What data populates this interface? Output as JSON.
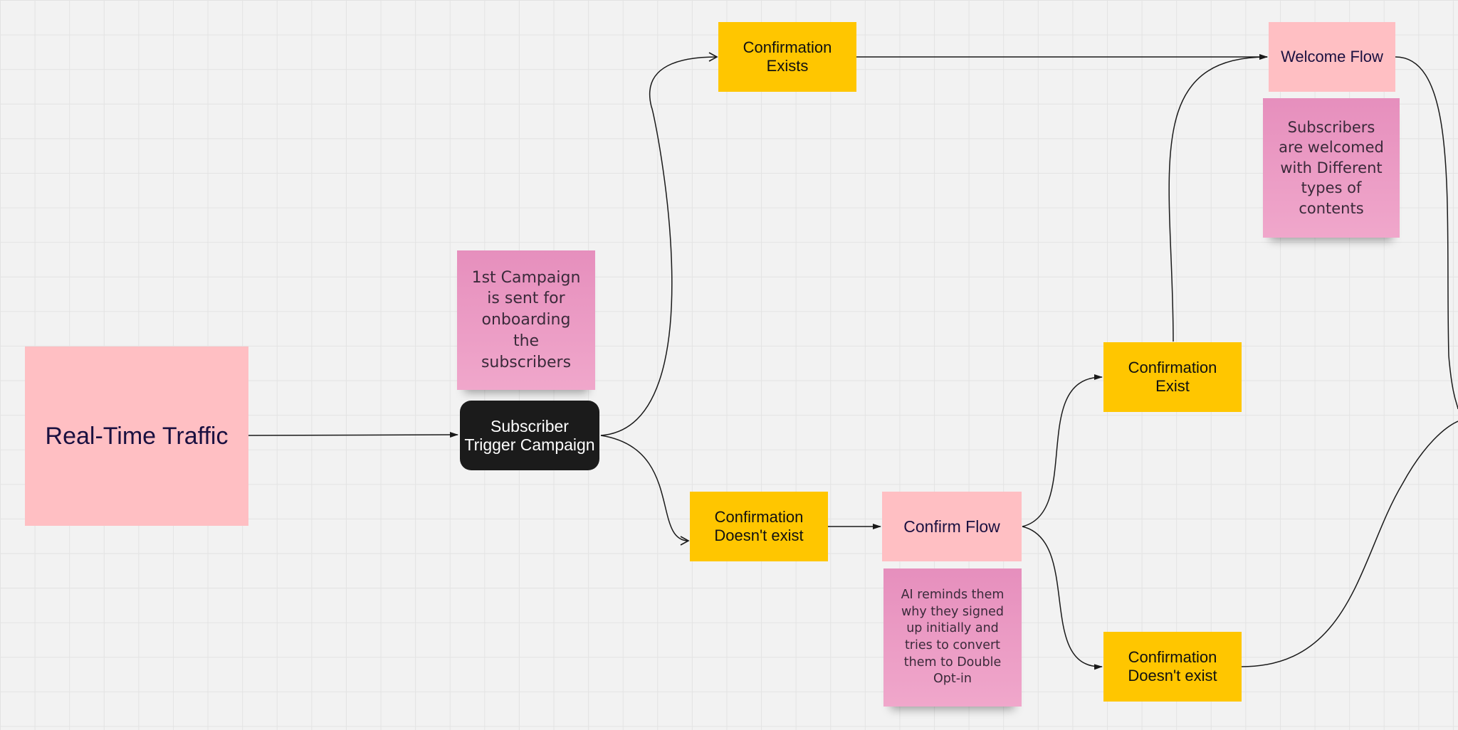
{
  "nodes": {
    "real_time_traffic": "Real-Time Traffic",
    "subscriber_trigger": "Subscriber\nTrigger Campaign",
    "confirmation_exists_top": "Confirmation\nExists",
    "confirmation_doesnt_exist_mid": "Confirmation\nDoesn't exist",
    "confirm_flow": "Confirm Flow",
    "confirmation_exist_right": "Confirmation\nExist",
    "confirmation_doesnt_exist_right": "Confirmation\nDoesn't exist",
    "welcome_flow": "Welcome Flow"
  },
  "notes": {
    "first_campaign": "1st Campaign\nis sent for\nonboarding\nthe\nsubscribers",
    "welcome_note": "Subscribers\nare welcomed\nwith Different\ntypes of\ncontents",
    "ai_reminds": "AI reminds them\nwhy they signed\nup initially and\ntries to convert\nthem to Double\nOpt-in"
  },
  "colors": {
    "canvas": "#f2f2f2",
    "grid": "#e3e3e3",
    "pink_node": "#ffbfc3",
    "yellow_node": "#ffc600",
    "dark_node": "#1b1b1b",
    "sticky_note": "#ec9cc5",
    "connector": "#1a1a1a"
  }
}
